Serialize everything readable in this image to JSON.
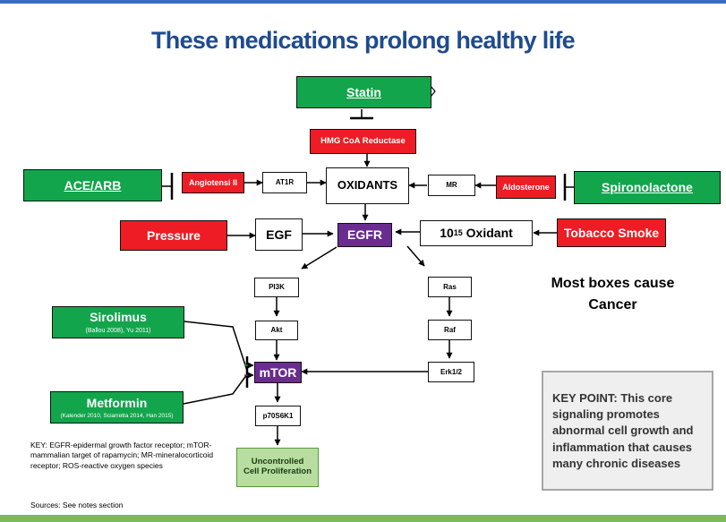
{
  "title": "These medications prolong healthy life",
  "colors": {
    "green": "#12a54b",
    "red": "#ee1c24",
    "purple": "#6a2c91",
    "light_green": "#b7dea0",
    "title_blue": "#1f4b8f"
  },
  "boxes": {
    "statin": "Statin",
    "hmg": "HMG CoA Reductase",
    "ace_arb": "ACE/ARB",
    "angiotensin": "Angiotensi II",
    "at1r": "AT1R",
    "oxidants": "OXIDANTS",
    "mr": "MR",
    "aldosterone": "Aldosterone",
    "spironolactone": "Spironolactone",
    "pressure": "Pressure",
    "egf": "EGF",
    "egfr": "EGFR",
    "oxidant_base": "10",
    "oxidant_exp": "15",
    "oxidant_rest": " Oxidant",
    "tobacco": "Tobacco Smoke",
    "pi3k": "PI3K",
    "akt": "Akt",
    "ras": "Ras",
    "raf": "Raf",
    "erk": "Erk1/2",
    "mtor": "mTOR",
    "p70": "p70S6K1",
    "uncontrolled": "Uncontrolled Cell Proliferation",
    "sirolimus": "Sirolimus",
    "sirolimus_ref": "(Ballou 2008), Yu 2011)",
    "metformin": "Metformin",
    "metformin_ref": "(Kalender 2010, Sciarretta 2014, Han 2015)"
  },
  "notes": {
    "most_boxes": "Most boxes cause Cancer",
    "key": "KEY: EGFR-epidermal growth factor receptor; mTOR-mammalian target of rapamycin; MR-mineralocorticoid receptor; ROS-reactive oxygen species",
    "sources": "Sources: See notes section",
    "key_point": "KEY POINT: This core signaling promotes abnormal cell growth and inflammation that causes many chronic diseases"
  }
}
